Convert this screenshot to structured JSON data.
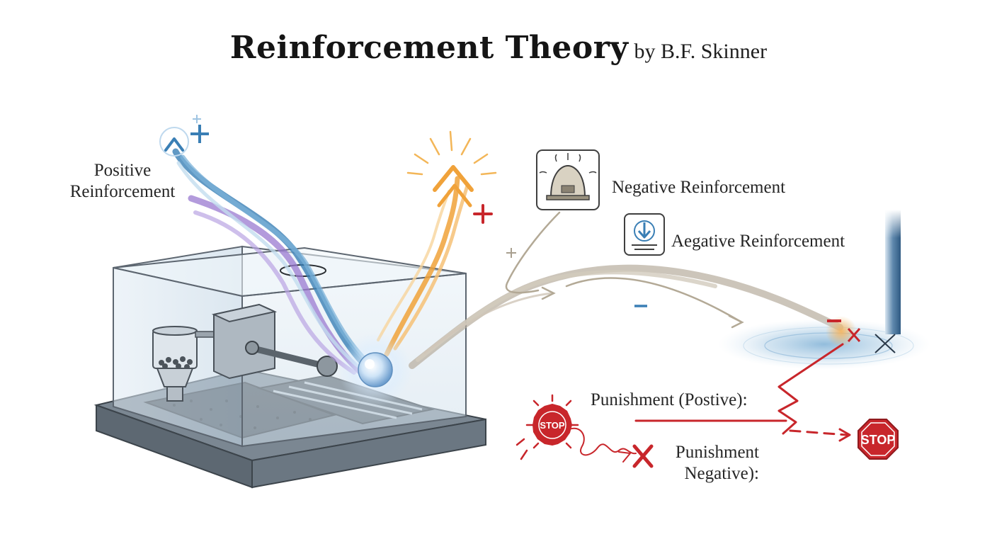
{
  "title": {
    "main": "Reinforcement Theory",
    "sub": "by B.F. Skinner"
  },
  "labels": {
    "positive_line1": "Positive",
    "positive_line2": "Reinforcement",
    "negative": "Negative Reinforcement",
    "aegative": "Aegative Reinforcement",
    "punishment_positive": "Punishment (Postive):",
    "punishment_negative_line1": "Punishment",
    "punishment_negative_line2": "Negative):"
  },
  "stop_signs": {
    "left": "STOP",
    "right": "STOP"
  },
  "icons": [
    "plus-icon",
    "arrow-up-icon",
    "alarm-icon",
    "download-icon",
    "stop-sign-icon",
    "x-mark-icon",
    "minus-icon"
  ],
  "colors": {
    "positive_blue": "#3a7fb5",
    "positive_purple": "#9a7ad0",
    "reward_orange": "#f0a23a",
    "negative_taupe": "#b7ad9d",
    "punishment_red": "#c8262b",
    "cage_outline": "#5d6670"
  }
}
